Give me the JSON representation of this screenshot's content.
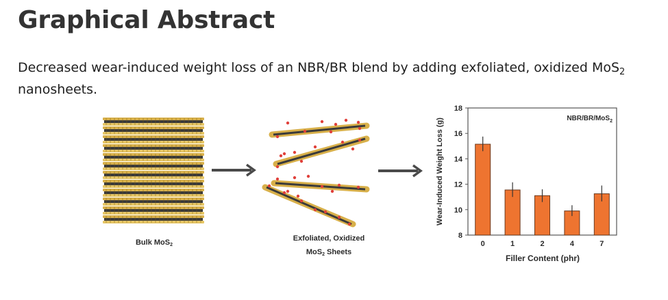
{
  "page": {
    "heading": "Graphical Abstract",
    "description_main": "Decreased wear-induced weight loss of an NBR/BR blend by adding exfoliated, oxidized MoS",
    "description_sub": "2",
    "description_end": "nanosheets."
  },
  "figure": {
    "panel_1": {
      "label_main": "Bulk MoS",
      "label_sub": "2"
    },
    "panel_2": {
      "label_line1": "Exfoliated, Oxidized",
      "label_line2_main": "MoS",
      "label_line2_sub": "2",
      "label_line2_end": " Sheets"
    },
    "arrow_icon": "right-arrow",
    "colors": {
      "sulfur_layer": "#d8b04a",
      "molybdenum_layer": "#3a3a3a",
      "oxygen_atom": "#e0403a",
      "arrow": "#4a4a4a",
      "bar_fill": "#ee7430",
      "bar_stroke": "#6b3a1e"
    }
  },
  "chart_data": {
    "type": "bar",
    "title": "",
    "annotation": "NBR/BR/MoS2",
    "annotation_main": "NBR/BR/MoS",
    "annotation_sub": "2",
    "categories": [
      "0",
      "1",
      "2",
      "4",
      "7"
    ],
    "values": [
      15.15,
      11.55,
      11.1,
      9.9,
      11.25
    ],
    "error_low": [
      14.6,
      11.0,
      10.6,
      9.5,
      10.65
    ],
    "error_high": [
      15.75,
      12.15,
      11.6,
      10.35,
      11.9
    ],
    "xlabel": "Filler Content (phr)",
    "ylabel": "Wear-Induced Weight Loss (g)",
    "ylim": [
      8,
      18
    ],
    "yticks": [
      "8",
      "10",
      "12",
      "14",
      "16",
      "18"
    ],
    "grid": false,
    "legend_position": "none"
  }
}
